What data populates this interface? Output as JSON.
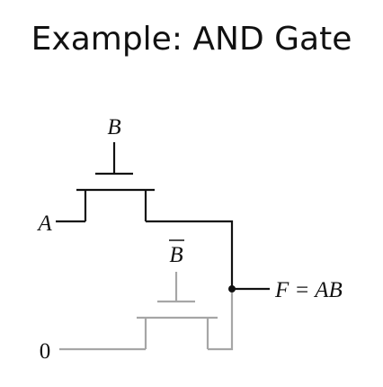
{
  "title": "Example: AND Gate",
  "labels": {
    "input_a": "A",
    "input_b": "B",
    "input_b_bar": "B",
    "input_zero": "0",
    "output": "F = AB"
  },
  "colors": {
    "wire_active": "#111111",
    "wire_inactive": "#a6a6a6",
    "text": "#111111",
    "background": "#ffffff"
  }
}
